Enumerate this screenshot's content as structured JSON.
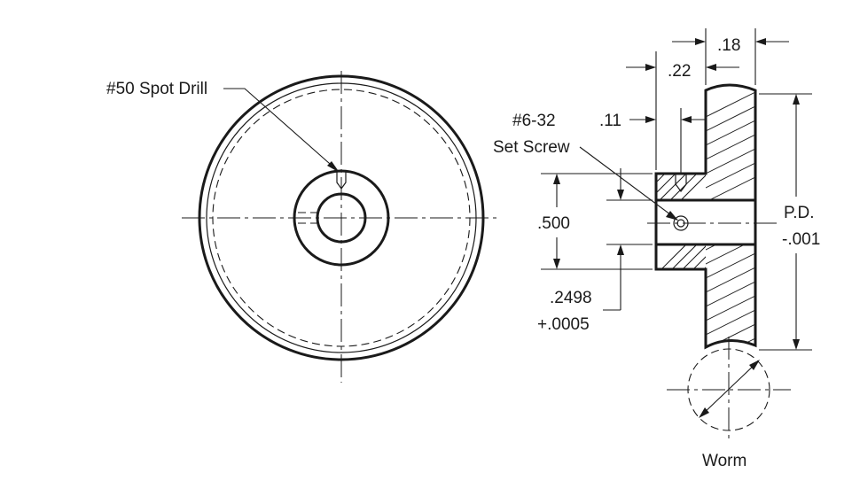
{
  "labels": {
    "spot_drill": "#50 Spot Drill",
    "set_screw_size": "#6-32",
    "set_screw": "Set Screw",
    "hub_offset": ".11",
    "hub_length": ".22",
    "rim_width": ".18",
    "hub_diameter": ".500",
    "bore_diameter": ".2498",
    "bore_tolerance": "+.0005",
    "pitch_diameter": "P.D.",
    "pd_tolerance": "-.001",
    "worm": "Worm"
  }
}
